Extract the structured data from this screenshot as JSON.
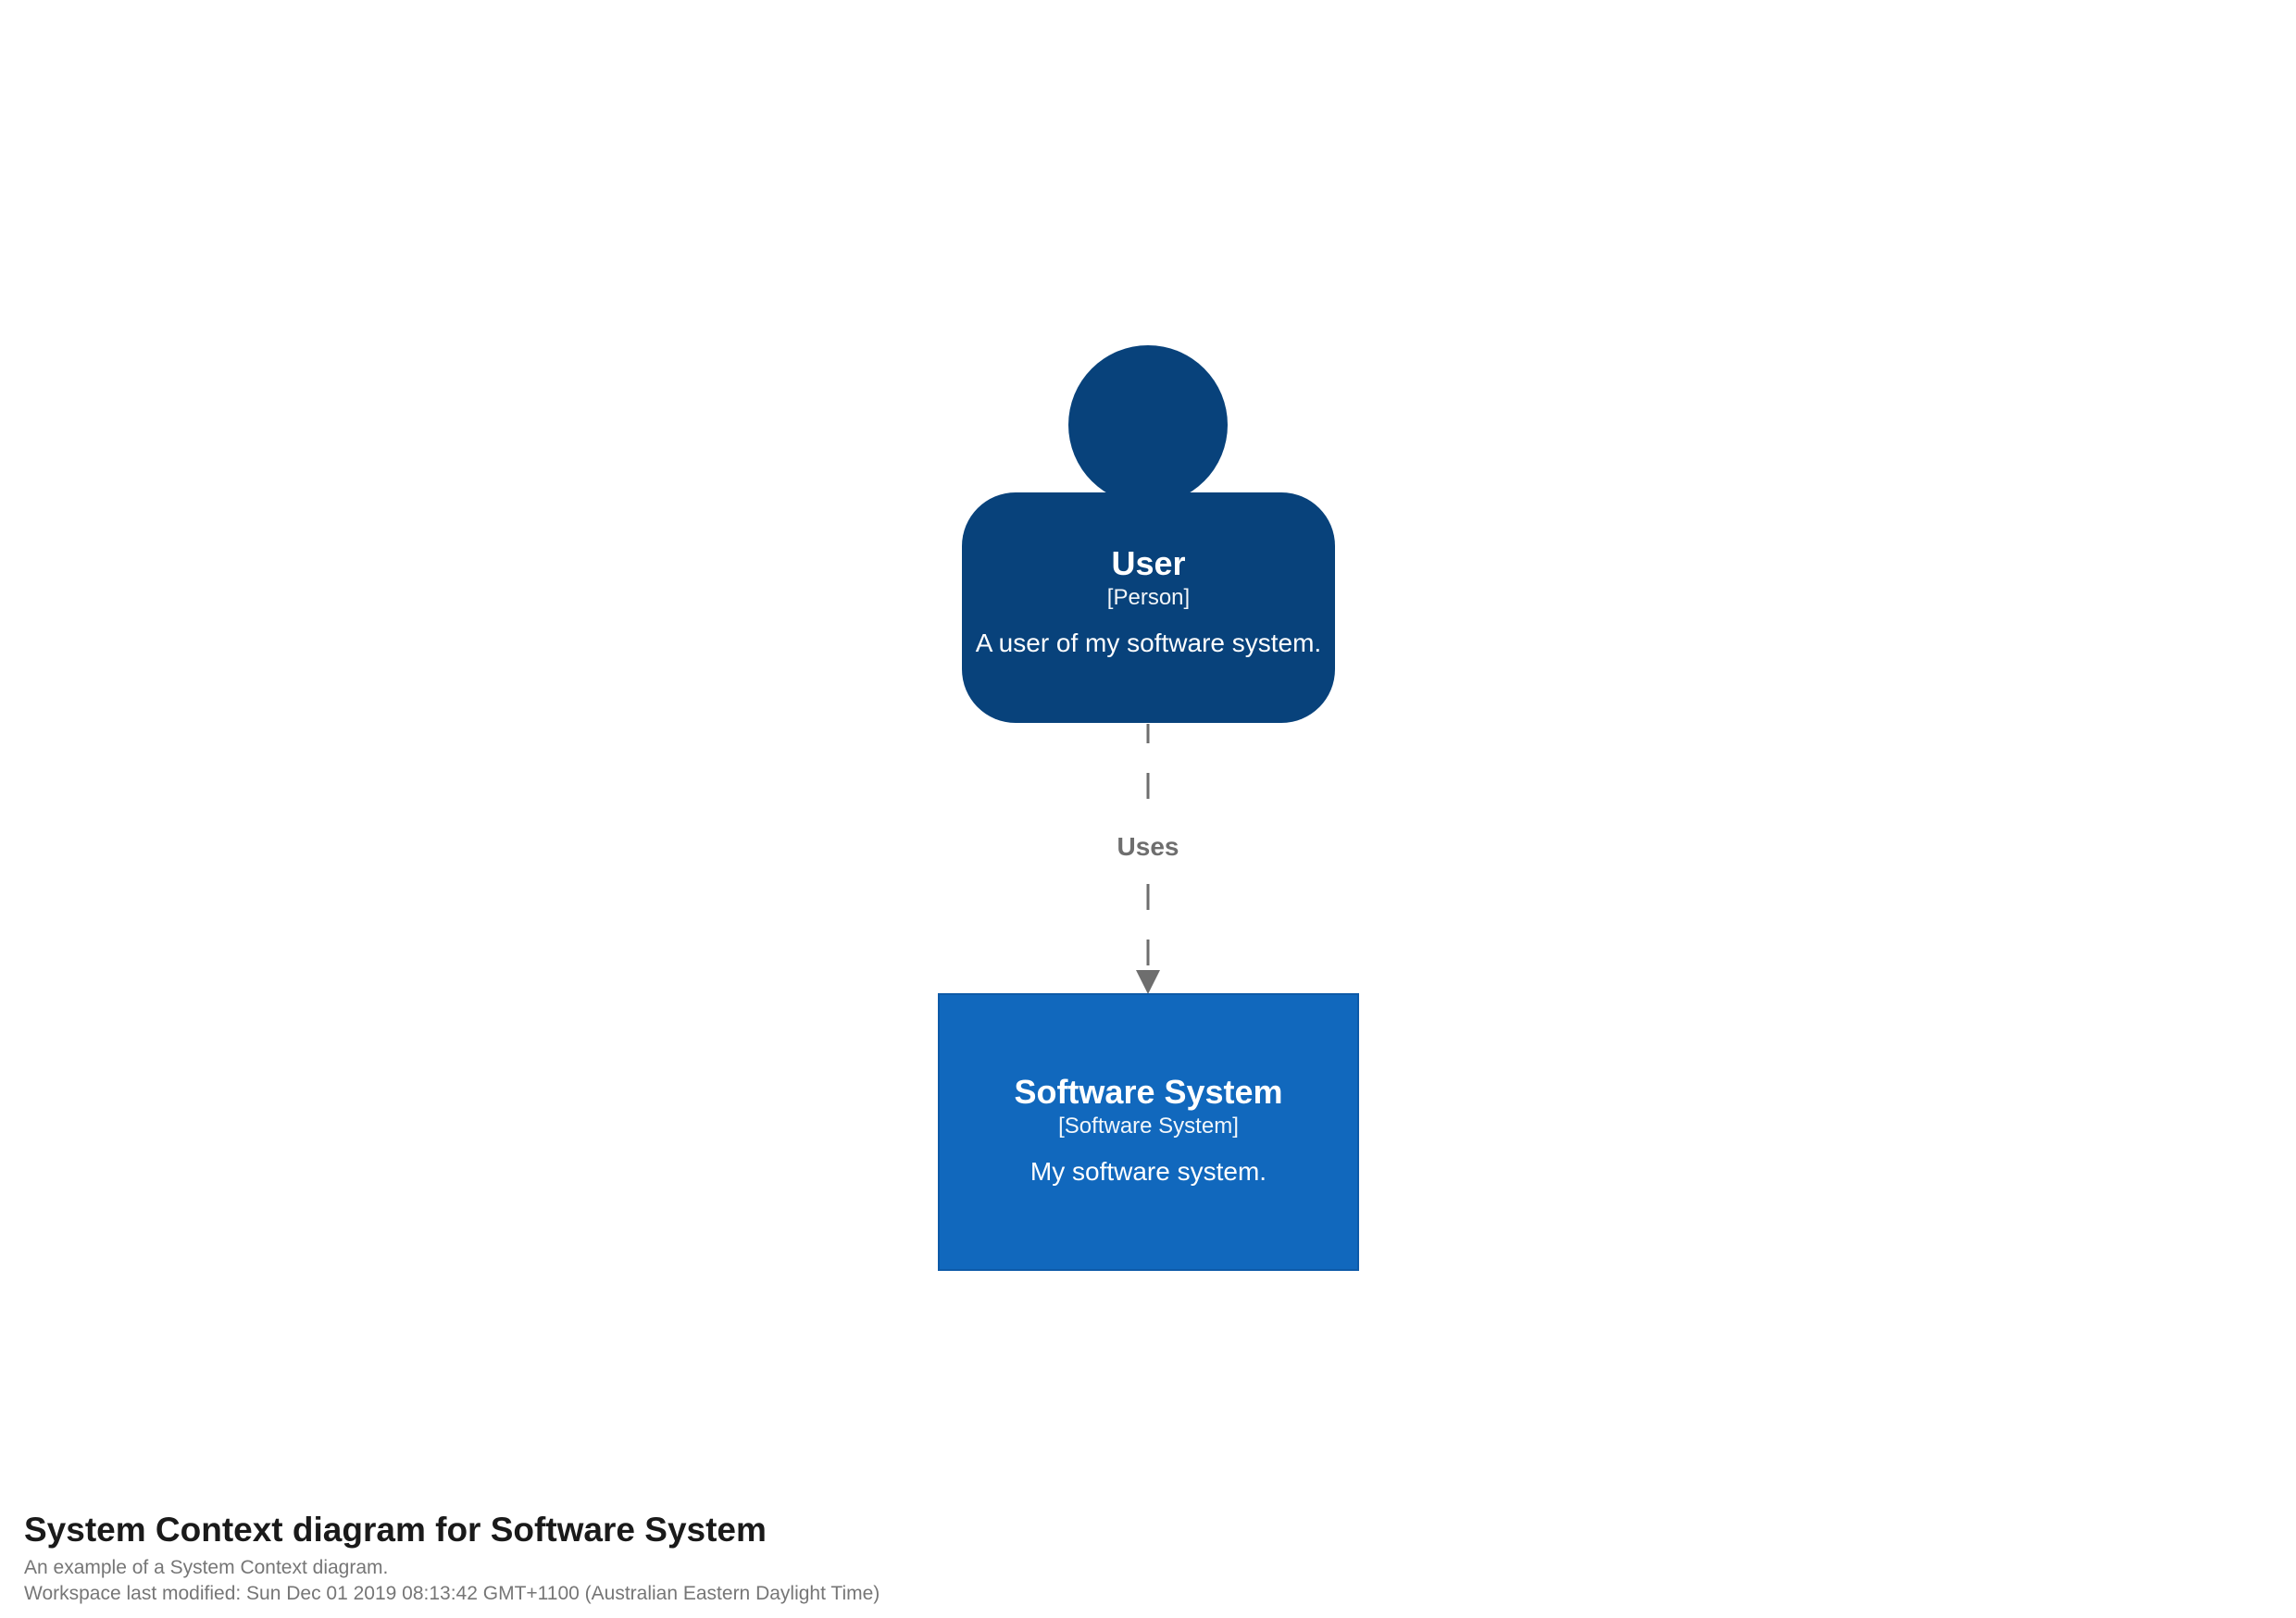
{
  "diagram": {
    "person": {
      "name": "User",
      "type_label": "[Person]",
      "description": "A user of my software system.",
      "fill": "#08427b"
    },
    "relationship": {
      "label": "Uses",
      "color": "#6e6e6e",
      "line_style": "dashed",
      "arrowhead_icon": "triangle-down-arrowhead-icon"
    },
    "software_system": {
      "name": "Software System",
      "type_label": "[Software System]",
      "description": "My software system.",
      "fill": "#1168bd",
      "border_color": "#0d5aa8"
    }
  },
  "footer": {
    "title": "System Context diagram for Software System",
    "description": "An example of a System Context diagram.",
    "last_modified": "Workspace last modified: Sun Dec 01 2019 08:13:42 GMT+1100 (Australian Eastern Daylight Time)"
  }
}
